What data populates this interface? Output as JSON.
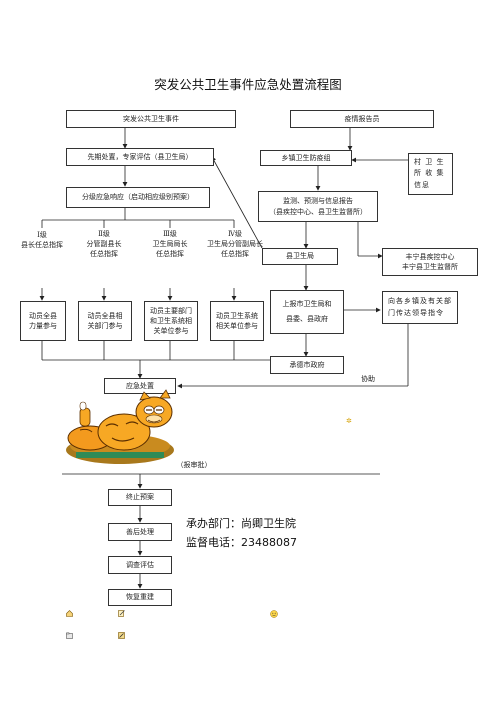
{
  "title": "突发公共卫生事件应急处置流程图",
  "nodes": {
    "event": "突发公共卫生事件",
    "reporter": "疫情报告员",
    "early": "先期处置，专家评估（县卫生局）",
    "township": "乡镇卫生防疫组",
    "village_lines": [
      "村 卫 生",
      "所 收 集",
      "信息"
    ],
    "monitor_lines": [
      "监测、预测与信息报告",
      "（县疾控中心、县卫生监督所）"
    ],
    "grading": "分级应急响应（启动相应级别预案）",
    "county_bureau": "县卫生局",
    "fengning_lines": [
      "丰宁县疾控中心",
      "丰宁县卫生监督所"
    ],
    "level1_lines": [
      "Ⅰ级",
      "县长任总指挥"
    ],
    "level2_lines": [
      "Ⅱ级",
      "分管副县长",
      "任总指挥"
    ],
    "level3_lines": [
      "Ⅲ级",
      "卫生局局长",
      "任总指挥"
    ],
    "level4_lines": [
      "Ⅳ级",
      "卫生局分管副局长",
      "任总指挥"
    ],
    "mob1_lines": [
      "动员全县",
      "力量参与"
    ],
    "mob2_lines": [
      "动员全县相",
      "关部门参与"
    ],
    "mob3_lines": [
      "动员主要部门",
      "和卫生系统相",
      "关单位参与"
    ],
    "mob4_lines": [
      "动员卫生系统",
      "相关单位参与"
    ],
    "report_up_lines": [
      "上报市卫生局和",
      "县委、县政府"
    ],
    "notify": "向各乡镇及有关部门传达领导指令",
    "chengde": "承德市政府",
    "assist": "协助",
    "emergency": "应急处置",
    "approval": "（报审批）",
    "terminate": "终止预案",
    "aftermath": "善后处理",
    "investigate": "调查评估",
    "rebuild": "恢复重建"
  },
  "sponsor": {
    "dept": "承办部门：尚卿卫生院",
    "phone": "监督电话：23488087"
  }
}
